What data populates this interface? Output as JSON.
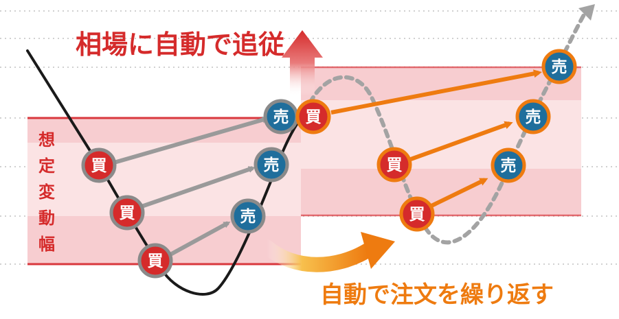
{
  "title_follow": "相場に自動で追従",
  "range_label": [
    "想",
    "定",
    "変",
    "動",
    "幅"
  ],
  "repeat_label": "自動で注文を繰り返す",
  "buy_label": "買",
  "sell_label": "売",
  "colors": {
    "red": "#d52b2b",
    "orange": "#ee7b10",
    "blue": "#1f6e9c",
    "gray": "#9a9a9a",
    "band_light": "#fbe3e4",
    "band_mid": "#f7cdd0",
    "line_red": "#d9373d"
  },
  "icons": [
    "arrow-up-icon",
    "arrow-right-icon",
    "dashed-up-arrow-icon"
  ]
}
